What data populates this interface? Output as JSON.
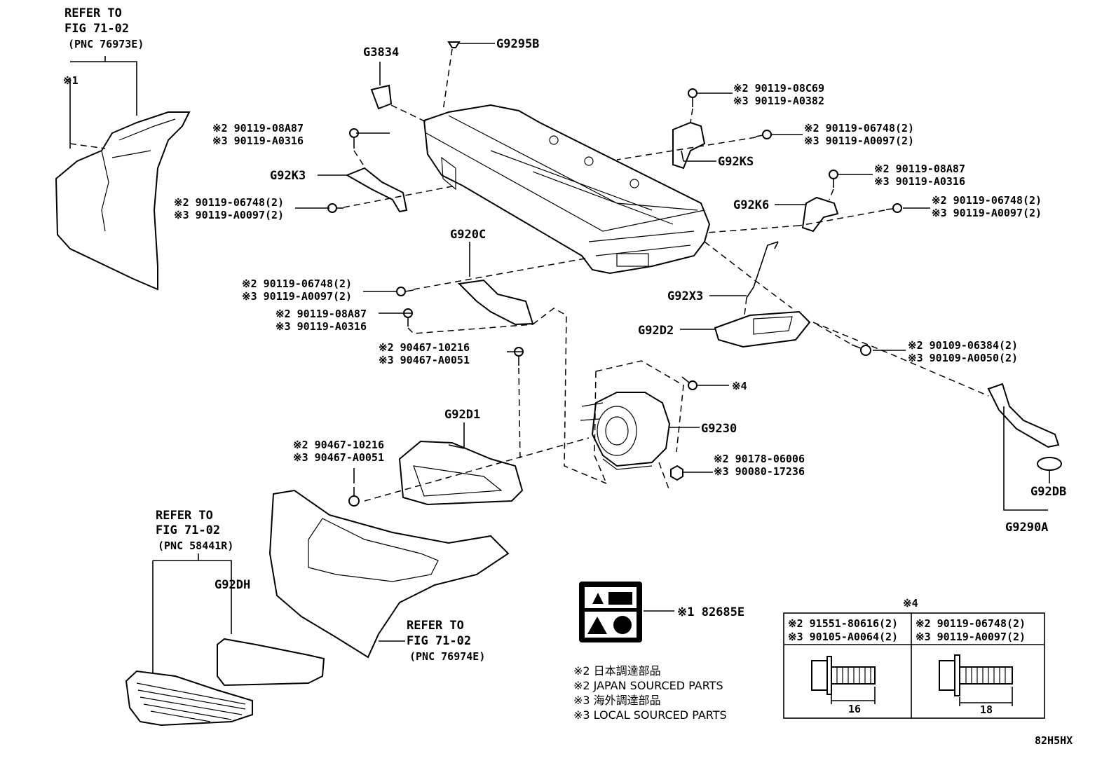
{
  "refs": [
    {
      "line1": "REFER TO",
      "line2": "FIG 71-02",
      "pnc": "(PNC 76973E)"
    },
    {
      "line1": "REFER TO",
      "line2": "FIG 71-02",
      "pnc": "(PNC 58441R)"
    },
    {
      "line1": "REFER TO",
      "line2": "FIG 71-02",
      "pnc": "(PNC 76974E)"
    }
  ],
  "mark1": "※1",
  "labels": {
    "g3834": "G3834",
    "g9295b": "G9295B",
    "g92k3": "G92K3",
    "g92ks": "G92KS",
    "g92k6": "G92K6",
    "g920c": "G920C",
    "g92x3": "G92X3",
    "g92d2": "G92D2",
    "g92d1": "G92D1",
    "g9230": "G9230",
    "g92db": "G92DB",
    "g9290a": "G9290A",
    "g92dh": "G92DH",
    "label_part": "※1 82685E",
    "star4": "※4"
  },
  "part_numbers": [
    {
      "l2": "※2 90119-08A87",
      "l3": "※3 90119-A0316"
    },
    {
      "l2": "※2 90119-06748(2)",
      "l3": "※3 90119-A0097(2)"
    },
    {
      "l2": "※2 90119-08C69",
      "l3": "※3 90119-A0382"
    },
    {
      "l2": "※2 90119-06748(2)",
      "l3": "※3 90119-A0097(2)"
    },
    {
      "l2": "※2 90119-08A87",
      "l3": "※3 90119-A0316"
    },
    {
      "l2": "※2 90119-06748(2)",
      "l3": "※3 90119-A0097(2)"
    },
    {
      "l2": "※2 90119-06748(2)",
      "l3": "※3 90119-A0097(2)"
    },
    {
      "l2": "※2 90119-08A87",
      "l3": "※3 90119-A0316"
    },
    {
      "l2": "※2 90467-10216",
      "l3": "※3 90467-A0051"
    },
    {
      "l2": "※2 90109-06384(2)",
      "l3": "※3 90109-A0050(2)"
    },
    {
      "l2": "※2 90178-06006",
      "l3": "※3 90080-17236"
    },
    {
      "l2": "※2 90467-10216",
      "l3": "※3 90467-A0051"
    }
  ],
  "legend": [
    "※2 日本調達部品",
    "※2 JAPAN SOURCED PARTS",
    "※3 海外調達部品",
    "※3 LOCAL SOURCED PARTS"
  ],
  "table": {
    "title": "※4",
    "col1": {
      "l2": "※2 91551-80616(2)",
      "l3": "※3 90105-A0064(2)",
      "dim": "16"
    },
    "col2": {
      "l2": "※2 90119-06748(2)",
      "l3": "※3 90119-A0097(2)",
      "dim": "18"
    }
  },
  "code": "82H5HX"
}
